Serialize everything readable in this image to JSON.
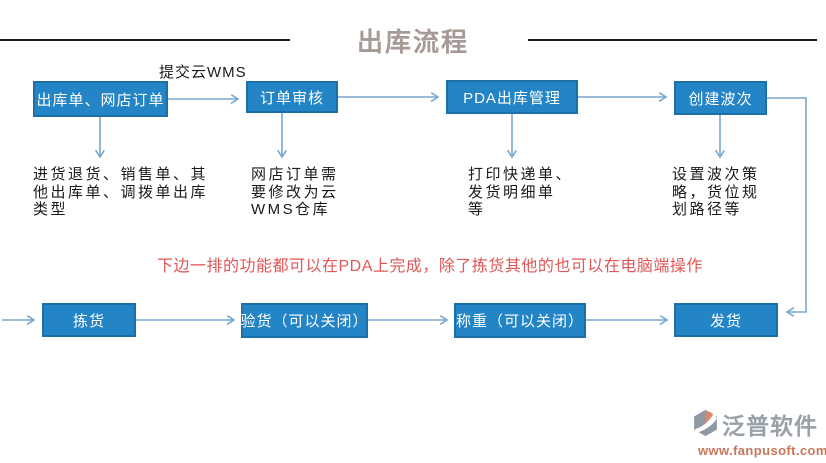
{
  "title": "出库流程",
  "flow": {
    "edge_label": "提交云WMS",
    "top_nodes": [
      {
        "label": "出库单、网店订单",
        "note": "进货退货、销售单、其\n他出库单、调拨单出库\n类型"
      },
      {
        "label": "订单审核",
        "note": "网店订单需\n要修改为云\nWMS仓库"
      },
      {
        "label": "PDA出库管理",
        "note": "打印快递单、\n发货明细单\n等"
      },
      {
        "label": "创建波次",
        "note": "设置波次策\n略，货位规\n划路径等"
      }
    ],
    "bottom_nodes": [
      {
        "label": "拣货"
      },
      {
        "label": "验货（可以关闭）"
      },
      {
        "label": "称重（可以关闭）"
      },
      {
        "label": "发货"
      }
    ],
    "annotation": "下边一排的功能都可以在PDA上完成，除了拣货其他的也可以在电脑端操作"
  },
  "colors": {
    "node_fill": "#2384c6",
    "node_border": "#1d6fa8",
    "connector": "#78a7cf",
    "annotation_red": "#e25757",
    "title_gray": "#a59a95",
    "logo_gray": "#98a0a8",
    "logo_url_color": "#c8765a"
  },
  "logo": {
    "name": "泛普软件",
    "url": "www.fanpusoft.com"
  }
}
